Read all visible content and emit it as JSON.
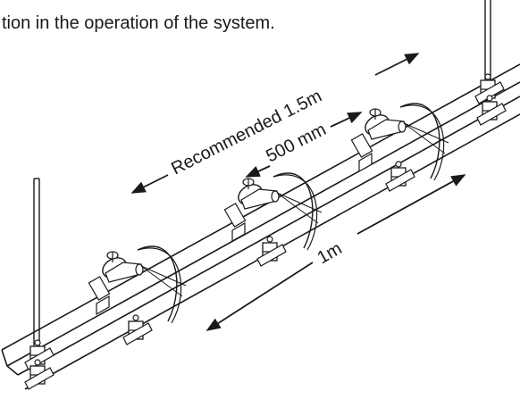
{
  "caption": "tion in the operation of the system.",
  "dimensions": {
    "recommended_spacing": "Recommended 1.5m",
    "offset": "500 mm",
    "segment_length": "1m"
  },
  "colors": {
    "line": "#1a1a1a",
    "background": "#ffffff"
  }
}
